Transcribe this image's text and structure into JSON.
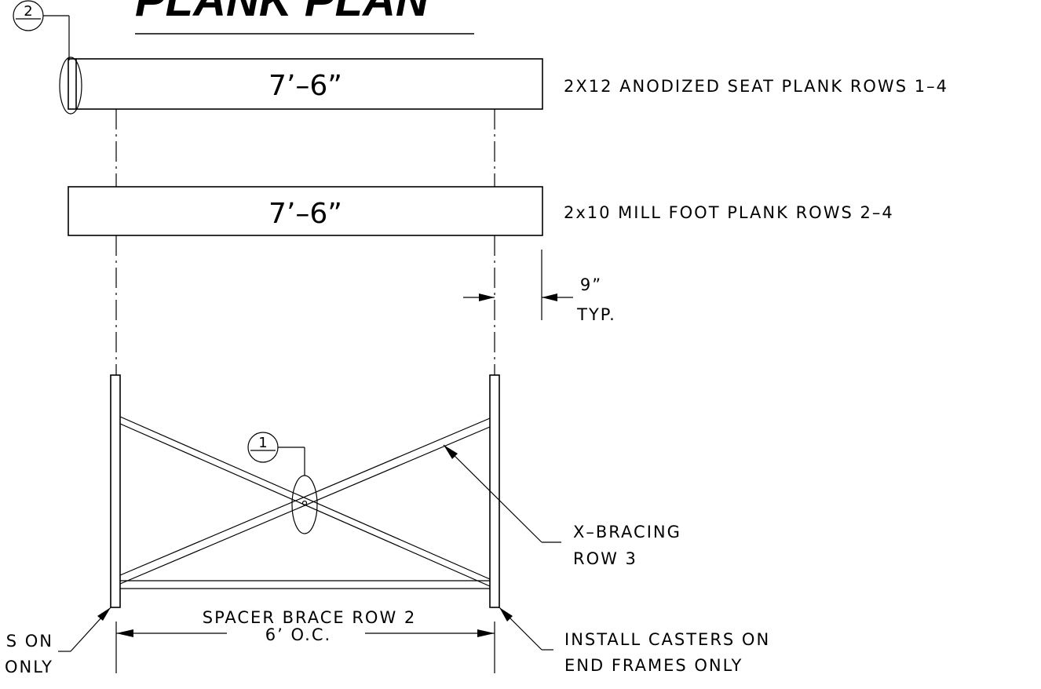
{
  "title": "PLANK PLAN",
  "bubbles": {
    "detail_1": "1",
    "detail_2": "2"
  },
  "planks": {
    "seat": {
      "length": "7’–6”",
      "label": "2X12 ANODIZED SEAT PLANK ROWS 1–4"
    },
    "foot": {
      "length": "7’–6”",
      "label": "2x10 MILL FOOT PLANK ROWS 2–4"
    }
  },
  "dimensions": {
    "offset_value": "9”",
    "offset_note": "TYP.",
    "frame_spacing": "6’ O.C."
  },
  "notes": {
    "x_bracing_line1": "X–BRACING",
    "x_bracing_line2": "ROW 3",
    "spacer_brace": "SPACER BRACE ROW 2",
    "casters_right_line1": "INSTALL CASTERS ON",
    "casters_right_line2": "END FRAMES ONLY",
    "casters_left_line1": "S ON",
    "casters_left_line2": "ONLY"
  }
}
